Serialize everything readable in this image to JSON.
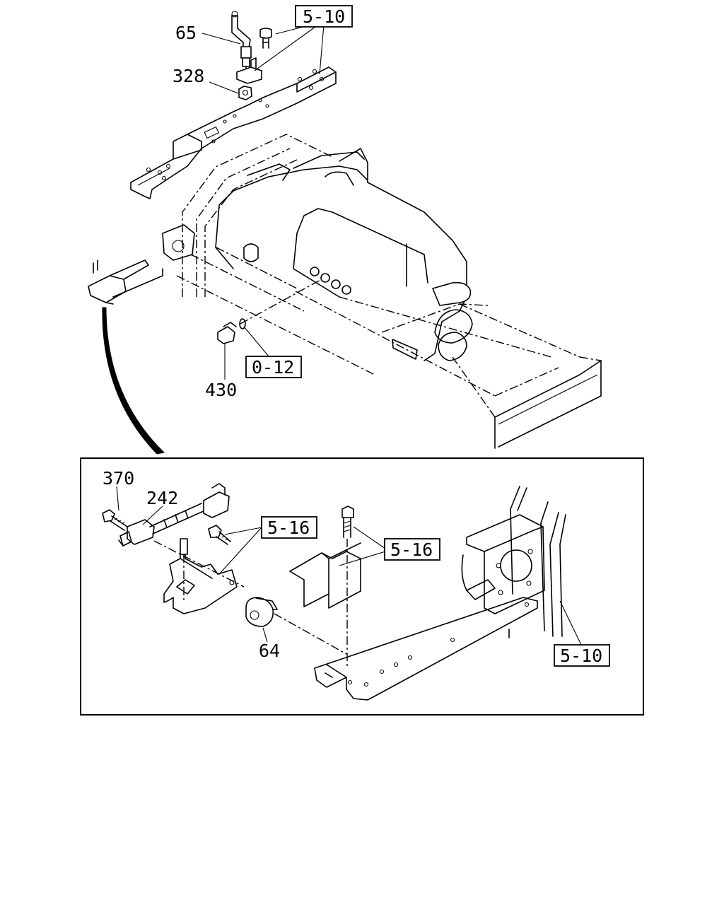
{
  "callouts": {
    "c65": "65",
    "c328": "328",
    "c430": "430",
    "c370": "370",
    "c242": "242",
    "c64": "64"
  },
  "refs": {
    "r510_top": "5-10",
    "r012": "0-12",
    "r516_a": "5-16",
    "r516_b": "5-16",
    "r510_bottom": "5-10"
  }
}
